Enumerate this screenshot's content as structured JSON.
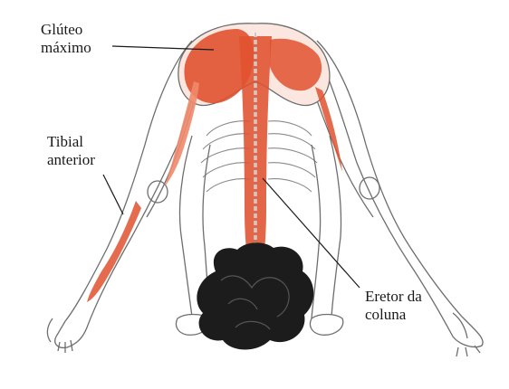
{
  "labels": {
    "gluteus_line1": "Glúteo",
    "gluteus_line2": "máximo",
    "tibialis_line1": "Tibial",
    "tibialis_line2": "anterior",
    "erector_line1": "Eretor da",
    "erector_line2": "coluna"
  },
  "colors": {
    "muscle": "#e0512f",
    "muscle_light": "#ee8a6c",
    "outline": "#6e6e6e",
    "hair": "#1c1c1c",
    "background": "#ffffff"
  },
  "icons": [
    "anatomy-figure-illustration"
  ]
}
